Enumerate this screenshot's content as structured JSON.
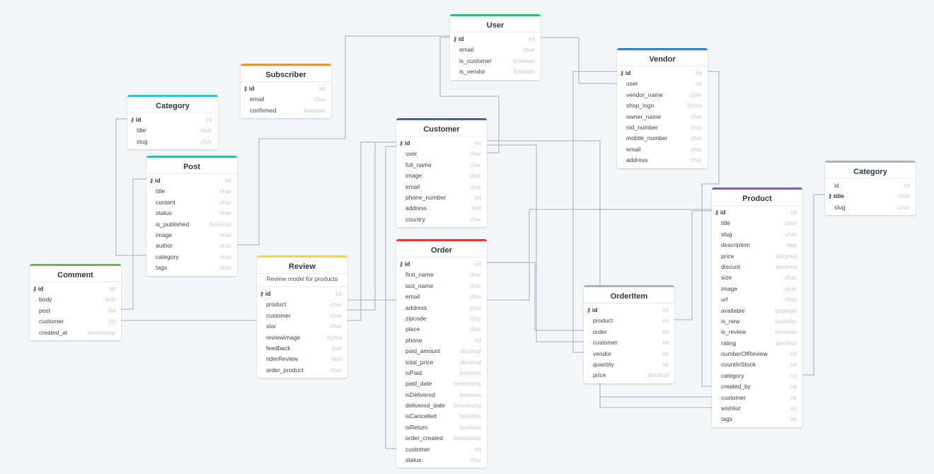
{
  "tables": [
    {
      "id": "user",
      "title": "User",
      "color": "#2fbf71",
      "note": "",
      "fields": [
        {
          "name": "id",
          "type": "int",
          "pk": true
        },
        {
          "name": "email",
          "type": "char"
        },
        {
          "name": "is_customer",
          "type": "boolean"
        },
        {
          "name": "is_vendor",
          "type": "boolean"
        }
      ]
    },
    {
      "id": "subscriber",
      "title": "Subscriber",
      "color": "#e8913a",
      "note": "",
      "fields": [
        {
          "name": "id",
          "type": "int",
          "pk": true
        },
        {
          "name": "email",
          "type": "char"
        },
        {
          "name": "confirmed",
          "type": "boolean"
        }
      ]
    },
    {
      "id": "vendor",
      "title": "Vendor",
      "color": "#2f7fd1",
      "note": "",
      "fields": [
        {
          "name": "id",
          "type": "int",
          "pk": true
        },
        {
          "name": "user",
          "type": "int"
        },
        {
          "name": "vendor_name",
          "type": "char"
        },
        {
          "name": "shop_logo",
          "type": "bytea"
        },
        {
          "name": "owner_name",
          "type": "char"
        },
        {
          "name": "nid_number",
          "type": "char"
        },
        {
          "name": "mobile_number",
          "type": "char"
        },
        {
          "name": "email",
          "type": "char"
        },
        {
          "name": "address",
          "type": "char"
        }
      ]
    },
    {
      "id": "category1",
      "title": "Category",
      "color": "#2ec3e0",
      "note": "",
      "fields": [
        {
          "name": "id",
          "type": "int",
          "pk": true
        },
        {
          "name": "title",
          "type": "char"
        },
        {
          "name": "slug",
          "type": "char"
        }
      ]
    },
    {
      "id": "customer",
      "title": "Customer",
      "color": "#4c5bc7",
      "note": "",
      "fields": [
        {
          "name": "id",
          "type": "int",
          "pk": true
        },
        {
          "name": "user",
          "type": "char"
        },
        {
          "name": "full_name",
          "type": "char"
        },
        {
          "name": "image",
          "type": "char"
        },
        {
          "name": "email",
          "type": "char"
        },
        {
          "name": "phone_number",
          "type": "int"
        },
        {
          "name": "address",
          "type": "text"
        },
        {
          "name": "country",
          "type": "char"
        }
      ]
    },
    {
      "id": "post",
      "title": "Post",
      "color": "#2fbfa8",
      "note": "",
      "fields": [
        {
          "name": "id",
          "type": "int",
          "pk": true
        },
        {
          "name": "title",
          "type": "char"
        },
        {
          "name": "content",
          "type": "char"
        },
        {
          "name": "status",
          "type": "char"
        },
        {
          "name": "is_published",
          "type": "boolean"
        },
        {
          "name": "image",
          "type": "char"
        },
        {
          "name": "author",
          "type": "char"
        },
        {
          "name": "category",
          "type": "char"
        },
        {
          "name": "tags",
          "type": "char"
        }
      ]
    },
    {
      "id": "category2",
      "title": "Category",
      "color": "#a9b4bf",
      "note": "",
      "fields": [
        {
          "name": "id",
          "type": "int"
        },
        {
          "name": "title",
          "type": "char",
          "pk": true
        },
        {
          "name": "slug",
          "type": "char"
        }
      ]
    },
    {
      "id": "product",
      "title": "Product",
      "color": "#8a4fd8",
      "note": "",
      "fields": [
        {
          "name": "id",
          "type": "int",
          "pk": true
        },
        {
          "name": "title",
          "type": "char"
        },
        {
          "name": "slug",
          "type": "char"
        },
        {
          "name": "description",
          "type": "text"
        },
        {
          "name": "price",
          "type": "decimal"
        },
        {
          "name": "discunt",
          "type": "decimal"
        },
        {
          "name": "size",
          "type": "char"
        },
        {
          "name": "image",
          "type": "char"
        },
        {
          "name": "url",
          "type": "char"
        },
        {
          "name": "available",
          "type": "boolean"
        },
        {
          "name": "is_new",
          "type": "boolean"
        },
        {
          "name": "is_review",
          "type": "boolean"
        },
        {
          "name": "rating",
          "type": "decimal"
        },
        {
          "name": "numberOfReview",
          "type": "int"
        },
        {
          "name": "countInStock",
          "type": "int"
        },
        {
          "name": "category",
          "type": "int"
        },
        {
          "name": "created_by",
          "type": "int"
        },
        {
          "name": "customer",
          "type": "int"
        },
        {
          "name": "wishlist",
          "type": "int"
        },
        {
          "name": "tags",
          "type": "int"
        }
      ]
    },
    {
      "id": "order",
      "title": "Order",
      "color": "#e03a3a",
      "note": "",
      "fields": [
        {
          "name": "id",
          "type": "int",
          "pk": true
        },
        {
          "name": "first_name",
          "type": "char"
        },
        {
          "name": "last_name",
          "type": "char"
        },
        {
          "name": "email",
          "type": "char"
        },
        {
          "name": "address",
          "type": "char"
        },
        {
          "name": "zipcode",
          "type": "char"
        },
        {
          "name": "place",
          "type": "char"
        },
        {
          "name": "phone",
          "type": "int"
        },
        {
          "name": "paid_amount",
          "type": "decimal"
        },
        {
          "name": "total_price",
          "type": "decimal"
        },
        {
          "name": "isPaid",
          "type": "boolean"
        },
        {
          "name": "paid_date",
          "type": "timestamp"
        },
        {
          "name": "isDelivered",
          "type": "boolean"
        },
        {
          "name": "delivered_date",
          "type": "timestamp"
        },
        {
          "name": "isCancelled",
          "type": "boolean"
        },
        {
          "name": "isReturn",
          "type": "boolean"
        },
        {
          "name": "order_created",
          "type": "timestamp"
        },
        {
          "name": "customer",
          "type": "int"
        },
        {
          "name": "status",
          "type": "char"
        }
      ]
    },
    {
      "id": "review",
      "title": "Review",
      "color": "#f0dc2e",
      "note": "Review model for products",
      "fields": [
        {
          "name": "id",
          "type": "int",
          "pk": true
        },
        {
          "name": "product",
          "type": "char"
        },
        {
          "name": "customer",
          "type": "char"
        },
        {
          "name": "star",
          "type": "char"
        },
        {
          "name": "reviewImage",
          "type": "bytea"
        },
        {
          "name": "feedback",
          "type": "text"
        },
        {
          "name": "riderReview",
          "type": "text"
        },
        {
          "name": "order_product",
          "type": "char"
        }
      ]
    },
    {
      "id": "comment",
      "title": "Comment",
      "color": "#66bb2e",
      "note": "",
      "fields": [
        {
          "name": "id",
          "type": "int",
          "pk": true
        },
        {
          "name": "body",
          "type": "text"
        },
        {
          "name": "post",
          "type": "int"
        },
        {
          "name": "customer",
          "type": "int"
        },
        {
          "name": "created_at",
          "type": "timestamp"
        }
      ]
    },
    {
      "id": "orderitem",
      "title": "OrderItem",
      "color": "#a9b4bf",
      "note": "",
      "fields": [
        {
          "name": "id",
          "type": "int",
          "pk": true
        },
        {
          "name": "product",
          "type": "int"
        },
        {
          "name": "order",
          "type": "int"
        },
        {
          "name": "customer",
          "type": "int"
        },
        {
          "name": "vendor",
          "type": "int"
        },
        {
          "name": "quantity",
          "type": "int"
        },
        {
          "name": "price",
          "type": "decimal"
        }
      ]
    }
  ]
}
